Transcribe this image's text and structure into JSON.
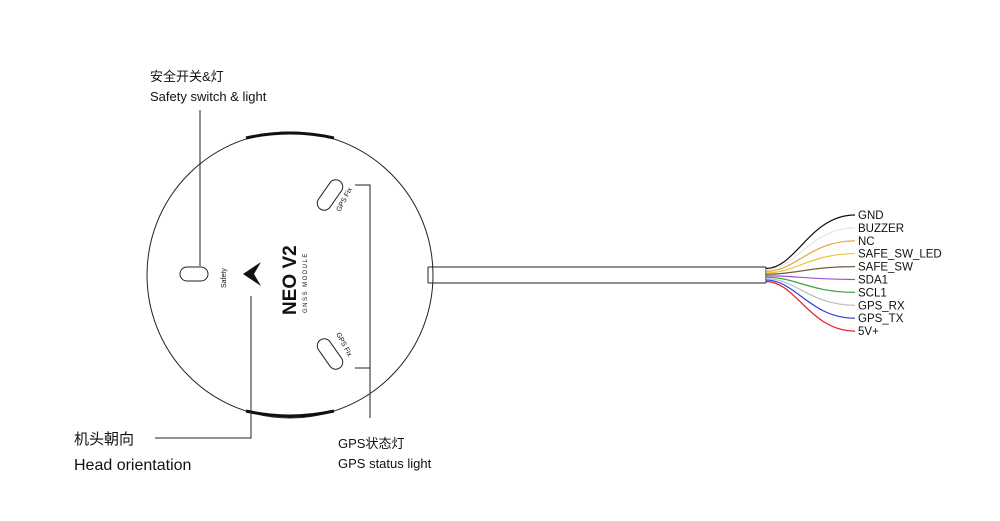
{
  "callouts": {
    "safety": {
      "cn": "安全开关&灯",
      "en": "Safety switch & light"
    },
    "head": {
      "cn": "机头朝向",
      "en": "Head orientation"
    },
    "gps_status": {
      "cn": "GPS状态灯",
      "en": "GPS status light"
    }
  },
  "board": {
    "title": "NEO V2",
    "subtitle": "GNSS MODULE",
    "safety_label": "Safety",
    "gps_fix_top": "GPS Fix",
    "gps_fix_bottom": "GPS Fix"
  },
  "wires": [
    {
      "label": "GND",
      "color": "#111111"
    },
    {
      "label": "BUZZER",
      "color": "#e6e6e6"
    },
    {
      "label": "NC",
      "color": "#e8a33a"
    },
    {
      "label": "SAFE_SW_LED",
      "color": "#e8c93a"
    },
    {
      "label": "SAFE_SW",
      "color": "#7a5a40"
    },
    {
      "label": "SDA1",
      "color": "#a64fd0"
    },
    {
      "label": "SCL1",
      "color": "#3aa04a"
    },
    {
      "label": "GPS_RX",
      "color": "#bdbdbd"
    },
    {
      "label": "GPS_TX",
      "color": "#2a3fd6"
    },
    {
      "label": "5V+",
      "color": "#e02020"
    }
  ]
}
